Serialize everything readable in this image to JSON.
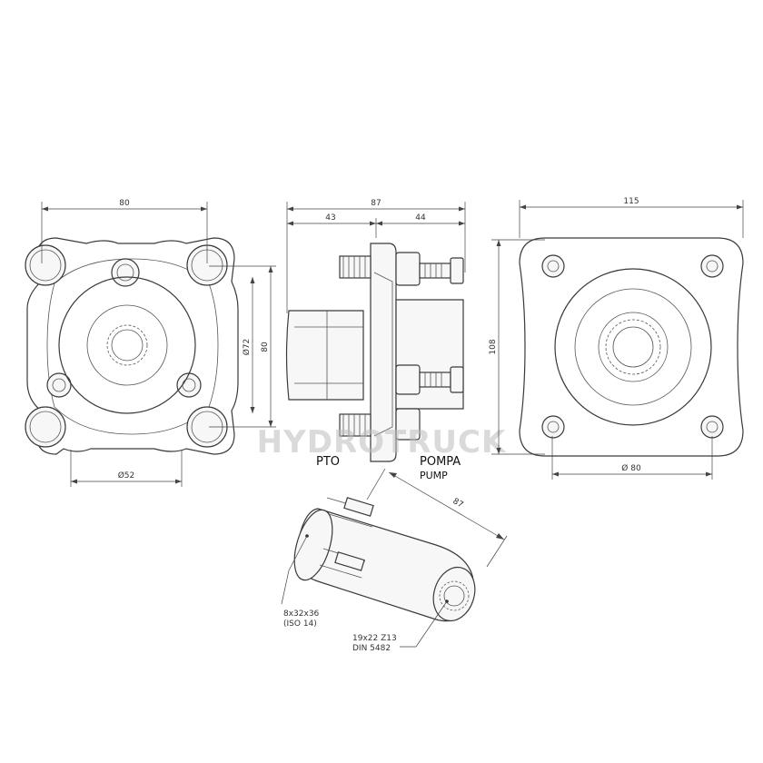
{
  "watermark": "HYDROTRUCK",
  "labels": {
    "pto": "PTO",
    "pompa": "POMPA",
    "pump": "PUMP"
  },
  "front_view": {
    "width": "80",
    "height": "80",
    "bore_dia": "Ø72",
    "pilot_dia": "Ø52"
  },
  "side_view": {
    "total": "87",
    "left": "43",
    "right": "44"
  },
  "rear_view": {
    "width": "115",
    "height": "108",
    "bolt_circle": "Ø 80"
  },
  "coupling": {
    "length": "87",
    "spline_in_line1": "8x32x36",
    "spline_in_line2": "(ISO 14)",
    "spline_out_line1": "19x22 Z13",
    "spline_out_line2": "DIN 5482"
  }
}
